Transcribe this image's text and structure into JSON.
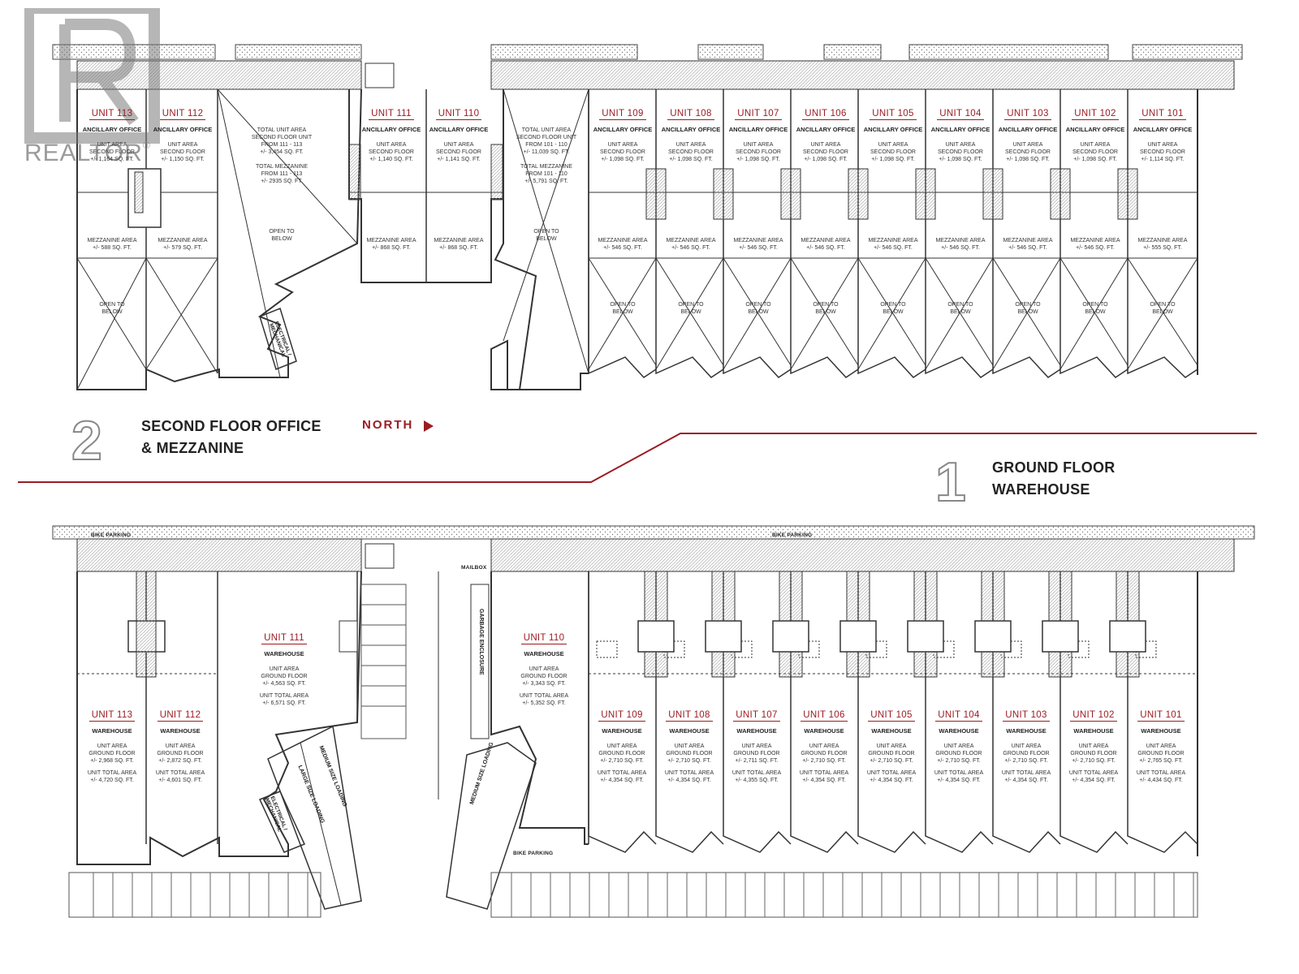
{
  "watermark": {
    "text": "REALTOR",
    "mark": "®"
  },
  "headings": {
    "second_floor": {
      "number": "2",
      "line1": "SECOND FLOOR OFFICE",
      "line2": "& MEZZANINE"
    },
    "north": "NORTH",
    "ground_floor": {
      "number": "1",
      "line1": "GROUND FLOOR",
      "line2": "WAREHOUSE"
    }
  },
  "second_floor_units": [
    {
      "name": "UNIT 113",
      "sub": "ANCILLARY OFFICE",
      "area": "UNIT AREA\nSECOND FLOOR\n+/- 1,164 SQ. FT.",
      "mezz": "MEZZANINE AREA\n+/- 588 SQ. FT.",
      "open": "OPEN TO\nBELOW"
    },
    {
      "name": "UNIT 112",
      "sub": "ANCILLARY OFFICE",
      "area": "UNIT AREA\nSECOND FLOOR\n+/- 1,150 SQ. FT.",
      "mezz": "MEZZANINE AREA\n+/- 579 SQ. FT.",
      "open": ""
    },
    {
      "name": "UNIT 111",
      "sub": "ANCILLARY OFFICE",
      "area": "UNIT AREA\nSECOND FLOOR\n+/- 1,140 SQ. FT.",
      "mezz": "MEZZANINE AREA\n+/- 868 SQ. FT.",
      "open": ""
    },
    {
      "name": "UNIT 110",
      "sub": "ANCILLARY OFFICE",
      "area": "UNIT AREA\nSECOND FLOOR\n+/- 1,141 SQ. FT.",
      "mezz": "MEZZANINE AREA\n+/- 868 SQ. FT.",
      "open": ""
    },
    {
      "name": "UNIT 109",
      "sub": "ANCILLARY OFFICE",
      "area": "UNIT AREA\nSECOND FLOOR\n+/- 1,098 SQ. FT.",
      "mezz": "MEZZANINE AREA\n+/- 546 SQ. FT.",
      "open": "OPEN TO\nBELOW"
    },
    {
      "name": "UNIT 108",
      "sub": "ANCILLARY OFFICE",
      "area": "UNIT AREA\nSECOND FLOOR\n+/- 1,098 SQ. FT.",
      "mezz": "MEZZANINE AREA\n+/- 546 SQ. FT.",
      "open": "OPEN TO\nBELOW"
    },
    {
      "name": "UNIT 107",
      "sub": "ANCILLARY OFFICE",
      "area": "UNIT AREA\nSECOND FLOOR\n+/- 1,098 SQ. FT.",
      "mezz": "MEZZANINE AREA\n+/- 546 SQ. FT.",
      "open": "OPEN TO\nBELOW"
    },
    {
      "name": "UNIT 106",
      "sub": "ANCILLARY OFFICE",
      "area": "UNIT AREA\nSECOND FLOOR\n+/- 1,098 SQ. FT.",
      "mezz": "MEZZANINE AREA\n+/- 546 SQ. FT.",
      "open": "OPEN TO\nBELOW"
    },
    {
      "name": "UNIT 105",
      "sub": "ANCILLARY OFFICE",
      "area": "UNIT AREA\nSECOND FLOOR\n+/- 1,098 SQ. FT.",
      "mezz": "MEZZANINE AREA\n+/- 546 SQ. FT.",
      "open": "OPEN TO\nBELOW"
    },
    {
      "name": "UNIT 104",
      "sub": "ANCILLARY OFFICE",
      "area": "UNIT AREA\nSECOND FLOOR\n+/- 1,098 SQ. FT.",
      "mezz": "MEZZANINE AREA\n+/- 546 SQ. FT.",
      "open": "OPEN TO\nBELOW"
    },
    {
      "name": "UNIT 103",
      "sub": "ANCILLARY OFFICE",
      "area": "UNIT AREA\nSECOND FLOOR\n+/- 1,098 SQ. FT.",
      "mezz": "MEZZANINE AREA\n+/- 546 SQ. FT.",
      "open": "OPEN TO\nBELOW"
    },
    {
      "name": "UNIT 102",
      "sub": "ANCILLARY OFFICE",
      "area": "UNIT AREA\nSECOND FLOOR\n+/- 1,098 SQ. FT.",
      "mezz": "MEZZANINE AREA\n+/- 546 SQ. FT.",
      "open": "OPEN TO\nBELOW"
    },
    {
      "name": "UNIT 101",
      "sub": "ANCILLARY OFFICE",
      "area": "UNIT AREA\nSECOND FLOOR\n+/- 1,114 SQ. FT.",
      "mezz": "MEZZANINE AREA\n+/- 555 SQ. FT.",
      "open": "OPEN TO\nBELOW"
    }
  ],
  "second_floor_totals": {
    "left": "TOTAL UNIT AREA\nSECOND FLOOR UNIT\nFROM 111 - 113\n+/- 3,454 SQ. FT.\n\nTOTAL MEZZANINE\nFROM 111 - 113\n+/- 2935 SQ. FT.",
    "left_open": "OPEN TO\nBELOW",
    "right": "TOTAL UNIT AREA\nSECOND FLOOR UNIT\nFROM 101 - 110\n+/- 11,039 SQ. FT.\n\nTOTAL MEZZANINE\nFROM 101 - 110\n+/- 5,791 SQ. FT.",
    "right_open": "OPEN TO\nBELOW",
    "electrical": "ELECTRICAL /\nMECHANICAL"
  },
  "ground_floor_units": [
    {
      "name": "UNIT 113",
      "sub": "WAREHOUSE",
      "area": "UNIT AREA\nGROUND FLOOR\n+/- 2,968 SQ. FT.",
      "total": "UNIT TOTAL AREA\n+/- 4,720 SQ. FT."
    },
    {
      "name": "UNIT 112",
      "sub": "WAREHOUSE",
      "area": "UNIT AREA\nGROUND FLOOR\n+/- 2,872 SQ. FT.",
      "total": "UNIT TOTAL AREA\n+/- 4,601 SQ. FT."
    },
    {
      "name": "UNIT 111",
      "sub": "WAREHOUSE",
      "area": "UNIT AREA\nGROUND FLOOR\n+/- 4,563 SQ. FT.",
      "total": "UNIT TOTAL AREA\n+/- 6,571 SQ. FT."
    },
    {
      "name": "UNIT 110",
      "sub": "WAREHOUSE",
      "area": "UNIT AREA\nGROUND FLOOR\n+/- 3,343 SQ. FT.",
      "total": "UNIT TOTAL AREA\n+/- 5,352 SQ. FT."
    },
    {
      "name": "UNIT 109",
      "sub": "WAREHOUSE",
      "area": "UNIT AREA\nGROUND FLOOR\n+/- 2,710 SQ. FT.",
      "total": "UNIT TOTAL AREA\n+/- 4,354 SQ. FT."
    },
    {
      "name": "UNIT 108",
      "sub": "WAREHOUSE",
      "area": "UNIT AREA\nGROUND FLOOR\n+/- 2,710 SQ. FT.",
      "total": "UNIT TOTAL AREA\n+/- 4,354 SQ. FT."
    },
    {
      "name": "UNIT 107",
      "sub": "WAREHOUSE",
      "area": "UNIT AREA\nGROUND FLOOR\n+/- 2,711 SQ. FT.",
      "total": "UNIT TOTAL AREA\n+/- 4,355 SQ. FT."
    },
    {
      "name": "UNIT 106",
      "sub": "WAREHOUSE",
      "area": "UNIT AREA\nGROUND FLOOR\n+/- 2,710 SQ. FT.",
      "total": "UNIT TOTAL AREA\n+/- 4,354 SQ. FT."
    },
    {
      "name": "UNIT 105",
      "sub": "WAREHOUSE",
      "area": "UNIT AREA\nGROUND FLOOR\n+/- 2,710 SQ. FT.",
      "total": "UNIT TOTAL AREA\n+/- 4,354 SQ. FT."
    },
    {
      "name": "UNIT 104",
      "sub": "WAREHOUSE",
      "area": "UNIT AREA\nGROUND FLOOR\n+/- 2,710 SQ. FT.",
      "total": "UNIT TOTAL AREA\n+/- 4,354 SQ. FT."
    },
    {
      "name": "UNIT 103",
      "sub": "WAREHOUSE",
      "area": "UNIT AREA\nGROUND FLOOR\n+/- 2,710 SQ. FT.",
      "total": "UNIT TOTAL AREA\n+/- 4,354 SQ. FT."
    },
    {
      "name": "UNIT 102",
      "sub": "WAREHOUSE",
      "area": "UNIT AREA\nGROUND FLOOR\n+/- 2,710 SQ. FT.",
      "total": "UNIT TOTAL AREA\n+/- 4,354 SQ. FT."
    },
    {
      "name": "UNIT 101",
      "sub": "WAREHOUSE",
      "area": "UNIT AREA\nGROUND FLOOR\n+/- 2,765 SQ. FT.",
      "total": "UNIT TOTAL AREA\n+/- 4,434 SQ. FT."
    }
  ],
  "ground_floor_labels": {
    "bike_parking": "BIKE PARKING",
    "mailbox": "MAILBOX",
    "garbage": "GARBAGE ENCLOSURE",
    "large_loading": "LARGE SIZE LOADING",
    "medium_loading": "MEDIUM SIZE LOADING",
    "electrical": "ELECTRICAL /\nMECHANICAL"
  },
  "colors": {
    "accent": "#9b1c23",
    "line": "#333333",
    "hatch": "#bbbbbb",
    "watermark": "#8a8a8a"
  }
}
